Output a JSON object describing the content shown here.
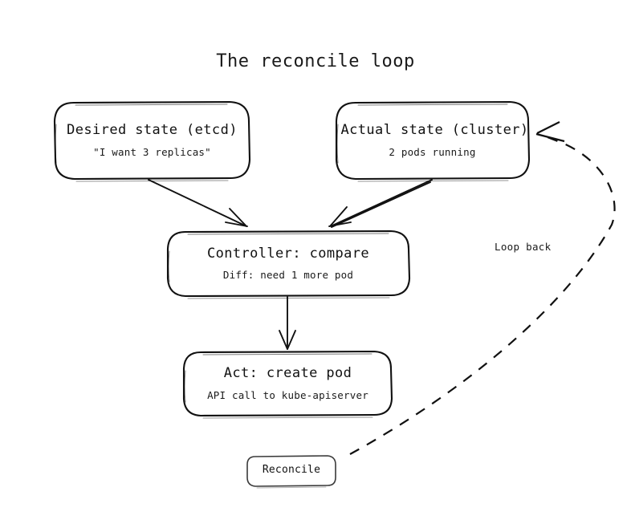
{
  "diagram": {
    "title": "The reconcile loop",
    "nodes": [
      {
        "id": "desired",
        "head": "Desired state (etcd)",
        "sub": "\"I want 3 replicas\""
      },
      {
        "id": "actual",
        "head": "Actual state (cluster)",
        "sub": "2 pods running"
      },
      {
        "id": "controller",
        "head": "Controller: compare",
        "sub": "Diff: need 1 more pod"
      },
      {
        "id": "act",
        "head": "Act: create pod",
        "sub": "API call to kube-apiserver"
      },
      {
        "id": "reconcile",
        "head": "Reconcile",
        "sub": ""
      }
    ],
    "edges": [
      {
        "id": "desired-to-controller",
        "label": "",
        "style": "solid-arrow"
      },
      {
        "id": "actual-to-controller",
        "label": "",
        "style": "solid-arrow"
      },
      {
        "id": "controller-to-act",
        "label": "",
        "style": "solid-arrow"
      },
      {
        "id": "reconcile-to-actual",
        "label": "Loop back",
        "style": "dashed-arrow"
      }
    ],
    "colors": {
      "background": "#ffffff",
      "stroke": "#111111",
      "muted_stroke": "#3a3a3a",
      "text": "#1a1a1a"
    }
  }
}
